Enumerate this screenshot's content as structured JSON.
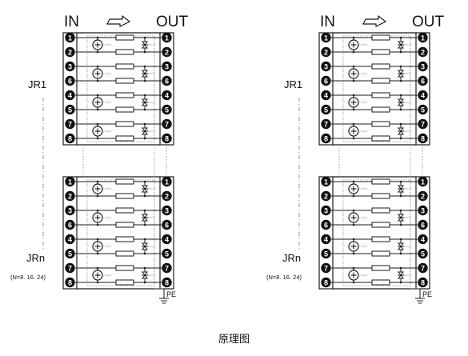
{
  "header": {
    "in_label": "IN",
    "out_label": "OUT",
    "direction_icon": "flow-arrow-icon"
  },
  "blocks": [
    {
      "module_label": "JR1",
      "note": ""
    },
    {
      "module_label": "JRn",
      "note": "(N=8. 16. 24)"
    }
  ],
  "pin_numbers": [
    "1",
    "2",
    "3",
    "6",
    "4",
    "5",
    "7",
    "8"
  ],
  "ground_label": "PE",
  "caption": "原理图",
  "colors": {
    "line": "#1a1a1a",
    "dotted": "#8a8a8a",
    "pin_fill": "#111111",
    "pin_text": "#ffffff"
  }
}
